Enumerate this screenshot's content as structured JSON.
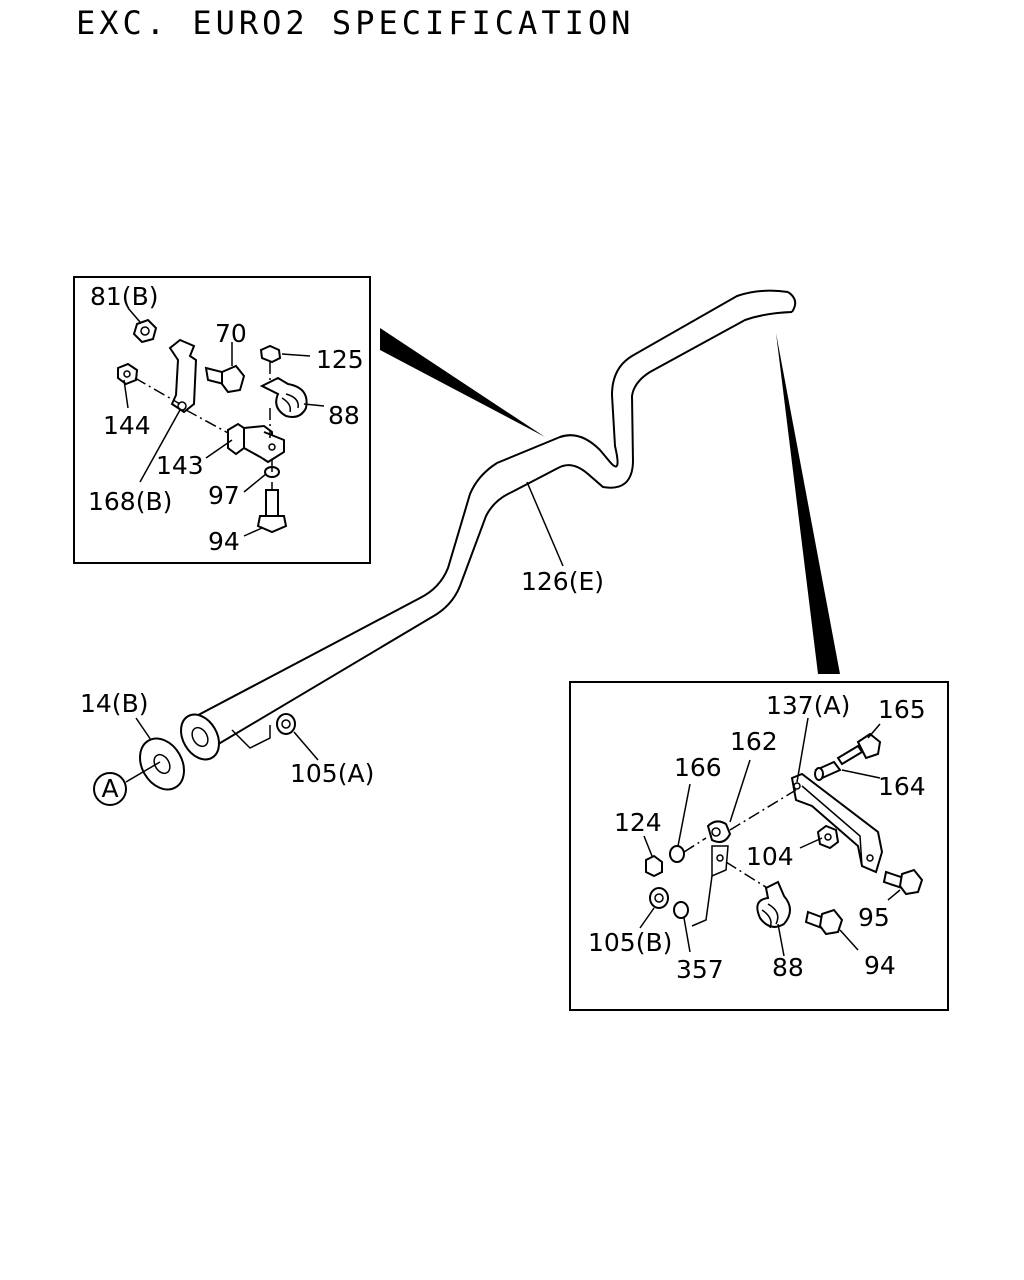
{
  "title": "EXC. EURO2 SPECIFICATION",
  "colors": {
    "ink": "#000000",
    "paper": "#ffffff"
  },
  "labels": {
    "p81b": "81(B)",
    "p70": "70",
    "p125": "125",
    "p144": "144",
    "p88_inset1": "88",
    "p143": "143",
    "p168b": "168(B)",
    "p97": "97",
    "p94_inset1": "94",
    "p126e": "126(E)",
    "p14b": "14(B)",
    "marker_a": "A",
    "p105a": "105(A)",
    "p137a": "137(A)",
    "p165": "165",
    "p162": "162",
    "p166": "166",
    "p164": "164",
    "p124": "124",
    "p104": "104",
    "p95": "95",
    "p105b": "105(B)",
    "p357": "357",
    "p88_inset2": "88",
    "p94_inset2": "94"
  }
}
